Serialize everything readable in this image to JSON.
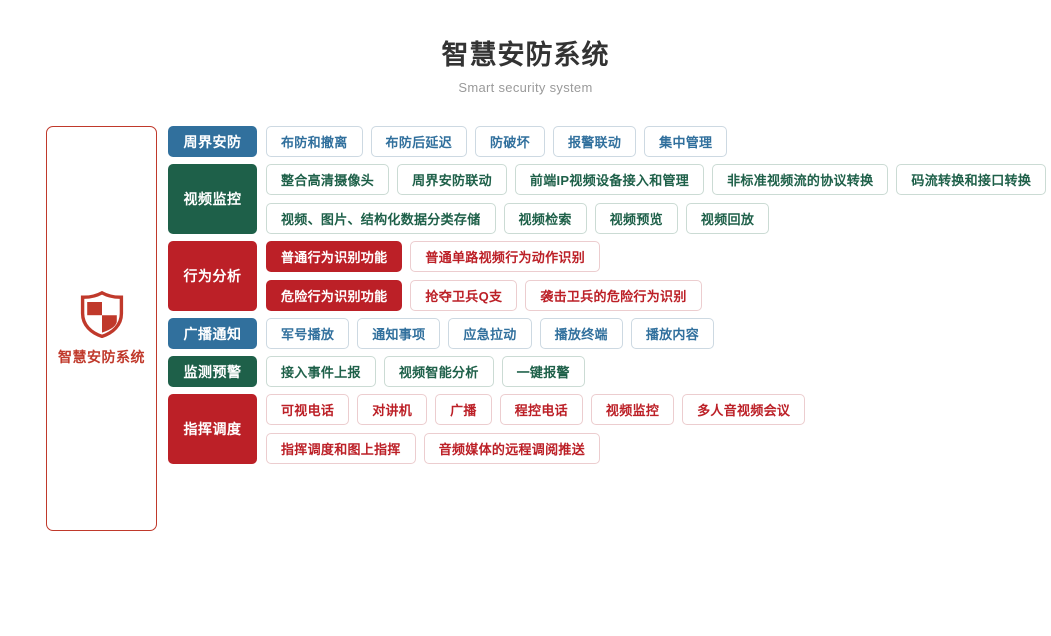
{
  "header": {
    "title": "智慧安防系统",
    "subtitle": "Smart security system"
  },
  "brand": {
    "icon": "shield-icon",
    "label": "智慧安防系统",
    "border_color": "#c0392b",
    "text_color": "#c0392b"
  },
  "colors": {
    "blue": "#31709d",
    "green": "#1e6049",
    "red": "#bc2027",
    "title": "#333333",
    "subtitle": "#9a9a9a"
  },
  "categories": [
    {
      "label": "周界安防",
      "color": "blue",
      "lines": [
        [
          {
            "label": "布防和撤离",
            "style": "outline"
          },
          {
            "label": "布防后延迟",
            "style": "outline"
          },
          {
            "label": "防破坏",
            "style": "outline"
          },
          {
            "label": "报警联动",
            "style": "outline"
          },
          {
            "label": "集中管理",
            "style": "outline"
          }
        ]
      ]
    },
    {
      "label": "视频监控",
      "color": "green",
      "lines": [
        [
          {
            "label": "整合高清摄像头",
            "style": "outline"
          },
          {
            "label": "周界安防联动",
            "style": "outline"
          },
          {
            "label": "前端IP视频设备接入和管理",
            "style": "outline"
          },
          {
            "label": "非标准视频流的协议转换",
            "style": "outline"
          },
          {
            "label": "码流转换和接口转换",
            "style": "outline"
          }
        ],
        [
          {
            "label": "视频、图片、结构化数据分类存储",
            "style": "outline"
          },
          {
            "label": "视频检索",
            "style": "outline"
          },
          {
            "label": "视频预览",
            "style": "outline"
          },
          {
            "label": "视频回放",
            "style": "outline"
          }
        ]
      ]
    },
    {
      "label": "行为分析",
      "color": "red",
      "lines": [
        [
          {
            "label": "普通行为识别功能",
            "style": "filled"
          },
          {
            "label": "普通单路视频行为动作识别",
            "style": "outline"
          }
        ],
        [
          {
            "label": "危险行为识别功能",
            "style": "filled"
          },
          {
            "label": "抢夺卫兵Q支",
            "style": "outline"
          },
          {
            "label": "袭击卫兵的危险行为识别",
            "style": "outline"
          }
        ]
      ]
    },
    {
      "label": "广播通知",
      "color": "blue",
      "lines": [
        [
          {
            "label": "军号播放",
            "style": "outline"
          },
          {
            "label": "通知事项",
            "style": "outline"
          },
          {
            "label": "应急拉动",
            "style": "outline"
          },
          {
            "label": "播放终端",
            "style": "outline"
          },
          {
            "label": "播放内容",
            "style": "outline"
          }
        ]
      ]
    },
    {
      "label": "监测预警",
      "color": "green",
      "lines": [
        [
          {
            "label": "接入事件上报",
            "style": "outline"
          },
          {
            "label": "视频智能分析",
            "style": "outline"
          },
          {
            "label": "一键报警",
            "style": "outline"
          }
        ]
      ]
    },
    {
      "label": "指挥调度",
      "color": "red",
      "lines": [
        [
          {
            "label": "可视电话",
            "style": "outline"
          },
          {
            "label": "对讲机",
            "style": "outline"
          },
          {
            "label": "广播",
            "style": "outline"
          },
          {
            "label": "程控电话",
            "style": "outline"
          },
          {
            "label": "视频监控",
            "style": "outline"
          },
          {
            "label": "多人音视频会议",
            "style": "outline"
          }
        ],
        [
          {
            "label": "指挥调度和图上指挥",
            "style": "outline"
          },
          {
            "label": "音频媒体的远程调阅推送",
            "style": "outline"
          }
        ]
      ]
    }
  ]
}
